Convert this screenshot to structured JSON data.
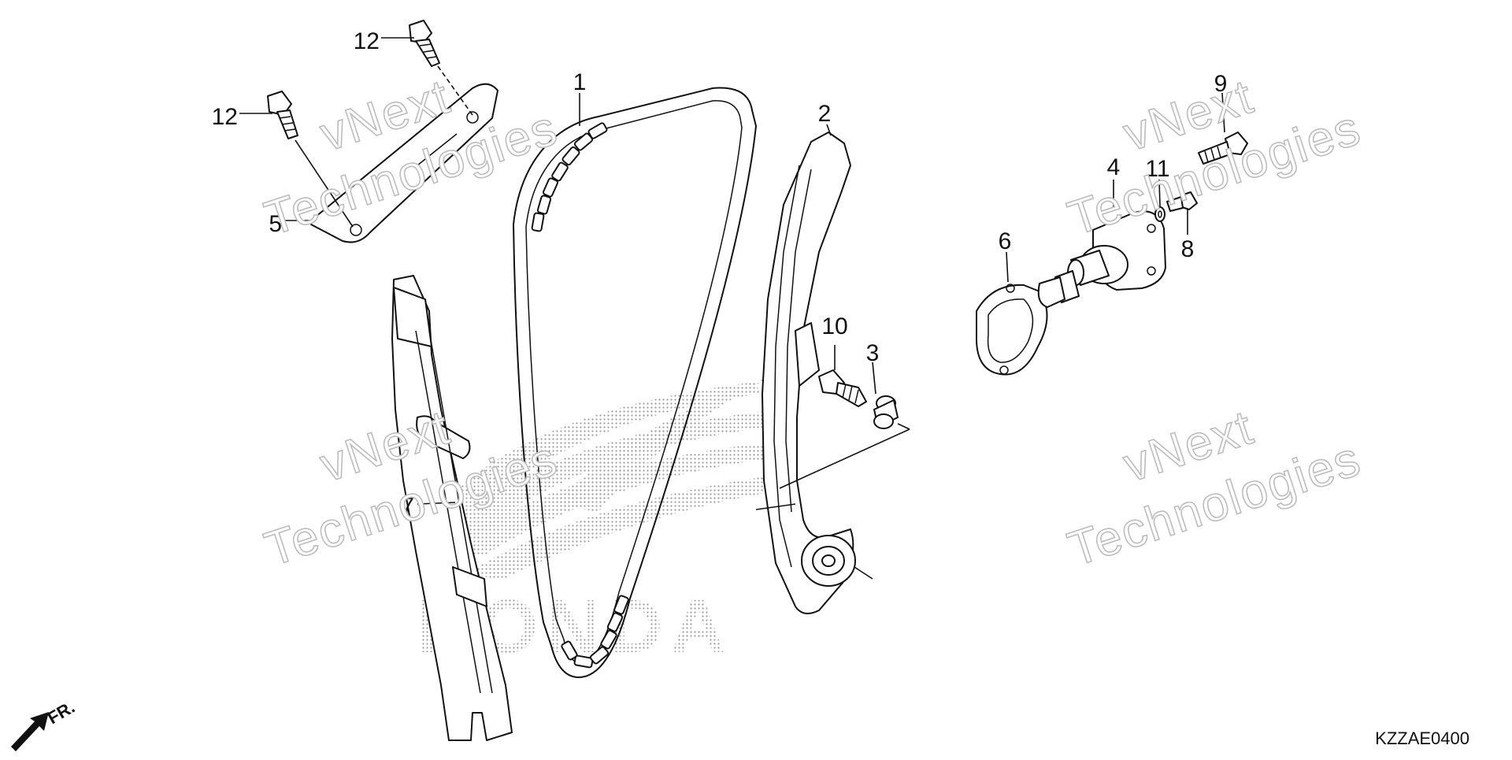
{
  "diagram": {
    "code": "KZZAE0400",
    "direction_label": "FR.",
    "brand_mark": "HONDA",
    "watermark": {
      "line1": "vNext",
      "line2": "Technologies"
    },
    "callouts": {
      "c1": "1",
      "c2": "2",
      "c3": "3",
      "c4": "4",
      "c5": "5",
      "c6": "6",
      "c7": "7",
      "c8": "8",
      "c9": "9",
      "c10": "10",
      "c11": "11",
      "c12a": "12",
      "c12b": "12"
    }
  },
  "colors": {
    "line": "#111111",
    "watermark_outline": "#bdbdbd",
    "background": "#ffffff"
  }
}
